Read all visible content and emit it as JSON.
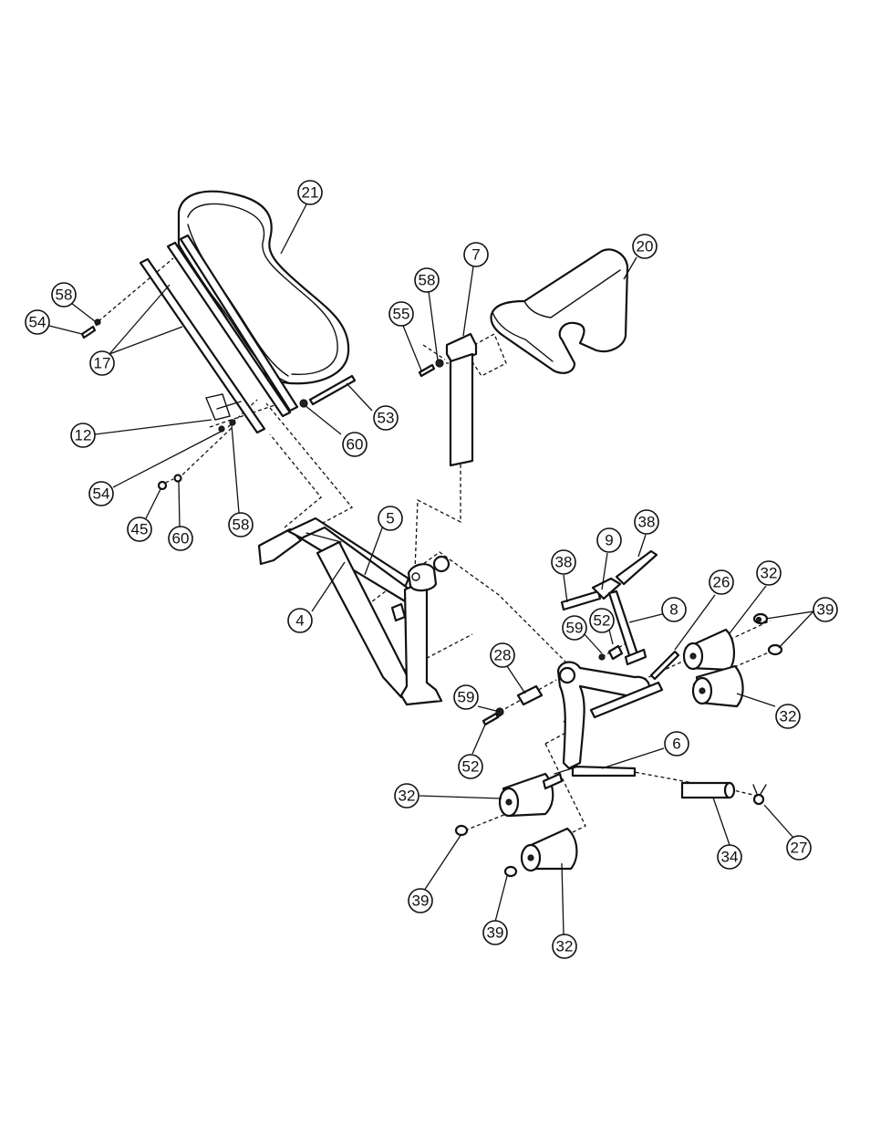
{
  "diagram": {
    "callouts": [
      {
        "id": "c21a",
        "label": "21"
      },
      {
        "id": "c7",
        "label": "7"
      },
      {
        "id": "c20",
        "label": "20"
      },
      {
        "id": "c58a",
        "label": "58"
      },
      {
        "id": "c58b",
        "label": "58"
      },
      {
        "id": "c54a",
        "label": "54"
      },
      {
        "id": "c55",
        "label": "55"
      },
      {
        "id": "c17",
        "label": "17"
      },
      {
        "id": "c53",
        "label": "53"
      },
      {
        "id": "c12",
        "label": "12"
      },
      {
        "id": "c60a",
        "label": "60"
      },
      {
        "id": "c54b",
        "label": "54"
      },
      {
        "id": "c45",
        "label": "45"
      },
      {
        "id": "c60b",
        "label": "60"
      },
      {
        "id": "c58c",
        "label": "58"
      },
      {
        "id": "c5",
        "label": "5"
      },
      {
        "id": "c9",
        "label": "9"
      },
      {
        "id": "c38a",
        "label": "38"
      },
      {
        "id": "c38b",
        "label": "38"
      },
      {
        "id": "c26",
        "label": "26"
      },
      {
        "id": "c32a",
        "label": "32"
      },
      {
        "id": "c39a",
        "label": "39"
      },
      {
        "id": "c8",
        "label": "8"
      },
      {
        "id": "c4",
        "label": "4"
      },
      {
        "id": "c59a",
        "label": "59"
      },
      {
        "id": "c52a",
        "label": "52"
      },
      {
        "id": "c28",
        "label": "28"
      },
      {
        "id": "c59b",
        "label": "59"
      },
      {
        "id": "c52b",
        "label": "52"
      },
      {
        "id": "c32b",
        "label": "32"
      },
      {
        "id": "c6",
        "label": "6"
      },
      {
        "id": "c32c",
        "label": "32"
      },
      {
        "id": "c34",
        "label": "34"
      },
      {
        "id": "c27",
        "label": "27"
      },
      {
        "id": "c39b",
        "label": "39"
      },
      {
        "id": "c39c",
        "label": "39"
      },
      {
        "id": "c32d",
        "label": "32"
      }
    ]
  }
}
